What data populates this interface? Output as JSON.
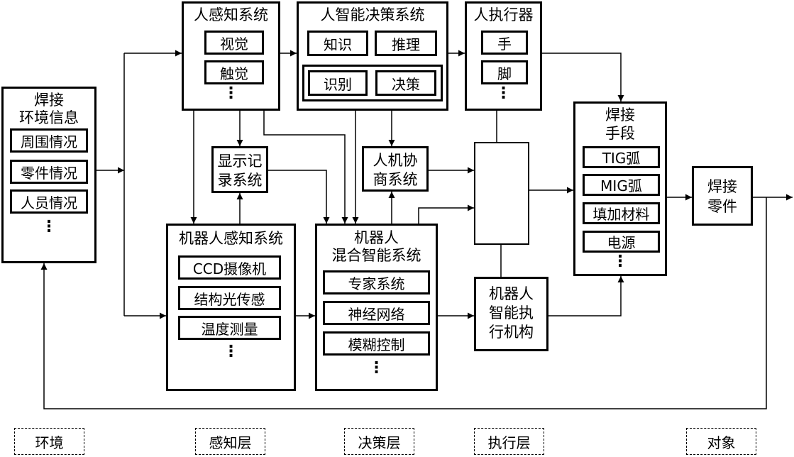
{
  "environment": {
    "title_line1": "焊接",
    "title_line2": "环境信息",
    "items": [
      "周围情况",
      "零件情况",
      "人员情况"
    ]
  },
  "human_perception": {
    "title": "人感知系统",
    "items": [
      "视觉",
      "触觉"
    ]
  },
  "human_decision": {
    "title": "人智能决策系统",
    "items": [
      "知识",
      "推理",
      "识别",
      "决策"
    ]
  },
  "human_executor": {
    "title": "人执行器",
    "items": [
      "手",
      "脚"
    ]
  },
  "display_system": {
    "line1": "显示记",
    "line2": "录系统"
  },
  "coop_system": {
    "line1": "人机协",
    "line2": "商系统"
  },
  "robot_perception": {
    "title": "机器人感知系统",
    "items": [
      "CCD摄像机",
      "结构光传感",
      "温度测量"
    ]
  },
  "robot_hybrid": {
    "title_line1": "机器人",
    "title_line2": "混合智能系统",
    "items": [
      "专家系统",
      "神经网络",
      "模糊控制"
    ]
  },
  "robot_executor": {
    "line1": "机器人",
    "line2": "智能执",
    "line3": "行机构"
  },
  "welding_means": {
    "title_line1": "焊接",
    "title_line2": "手段",
    "items": [
      "TIG弧",
      "MIG弧",
      "填加材料",
      "电源"
    ]
  },
  "welding_part": {
    "line1": "焊接",
    "line2": "零件"
  },
  "layers": [
    "环境",
    "感知层",
    "决策层",
    "执行层",
    "对象"
  ],
  "ellipsis": "⋮"
}
